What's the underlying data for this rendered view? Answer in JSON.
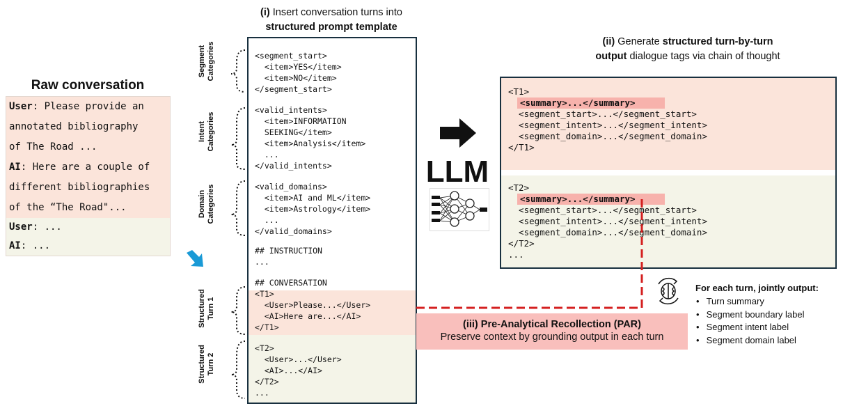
{
  "raw": {
    "title": "Raw conversation",
    "lines": [
      {
        "speaker": "User",
        "text": ": Please provide an"
      },
      {
        "speaker": "",
        "text": "annotated bibliography"
      },
      {
        "speaker": "",
        "text": "of The Road ..."
      },
      {
        "speaker": "AI",
        "text": ": Here are a couple of"
      },
      {
        "speaker": "",
        "text": "different bibliographies"
      },
      {
        "speaker": "",
        "text": "of the “The Road\"..."
      },
      {
        "speaker": "User",
        "text": ": ..."
      },
      {
        "speaker": "AI",
        "text": ": ..."
      }
    ]
  },
  "template": {
    "title_prefix": "(i)",
    "title_rest": " Insert conversation turns into",
    "title_bold": "structured prompt template",
    "lines": [
      "<segment_start>",
      "  <item>YES</item>",
      "  <item>NO</item>",
      "</segment_start>",
      "",
      "<valid_intents>",
      "  <item>INFORMATION",
      "  SEEKING</item>",
      "  <item>Analysis</item>",
      "  ...",
      "</valid_intents>",
      "",
      "<valid_domains>",
      "  <item>AI and ML</item>",
      "  <item>Astrology</item>",
      "  ...",
      "</valid_domains>",
      "",
      "## INSTRUCTION",
      "...",
      "",
      "## CONVERSATION",
      "<T1>",
      "  <User>Please...</User>",
      "  <AI>Here are...</AI>",
      "</T1>",
      "",
      "<T2>",
      "  <User>...</User>",
      "  <AI>...</AI>",
      "</T2>",
      "..."
    ],
    "side_labels": {
      "segment": "Segment Categories",
      "intent": "Intent Categories",
      "domain": "Domain Categories",
      "turn1": "Structured Turn 1",
      "turn2": "Structured Turn 2"
    }
  },
  "llm": {
    "label": "LLM"
  },
  "output": {
    "title_prefix": "(ii)",
    "title_rest1": " Generate ",
    "title_bold1": "structured turn-by-turn",
    "title_bold2": "output",
    "title_rest2": " dialogue tags via chain of thought",
    "t1": [
      "<T1>",
      "<summary>...</summary>",
      "  <segment_start>...</segment_start>",
      "  <segment_intent>...</segment_intent>",
      "  <segment_domain>...</segment_domain>",
      "</T1>"
    ],
    "t2": [
      "<T2>",
      "<summary>...</summary>",
      "  <segment_start>...</segment_start>",
      "  <segment_intent>...</segment_intent>",
      "  <segment_domain>...</segment_domain>",
      "</T2>",
      "..."
    ]
  },
  "par": {
    "title": "(iii) Pre-Analytical Recollection (PAR)",
    "description": "Preserve context by grounding output in each turn"
  },
  "each_turn": {
    "title": "For each turn, jointly output:",
    "items": [
      "Turn summary",
      "Segment boundary label",
      "Segment intent label",
      "Segment domain label"
    ]
  },
  "colors": {
    "pink": "#fbe4da",
    "cream": "#f4f4e8",
    "highlight": "#f7b2ac",
    "par": "#f9bfbc",
    "dash": "#d42020",
    "arrow_blue": "#1a9ad6"
  }
}
